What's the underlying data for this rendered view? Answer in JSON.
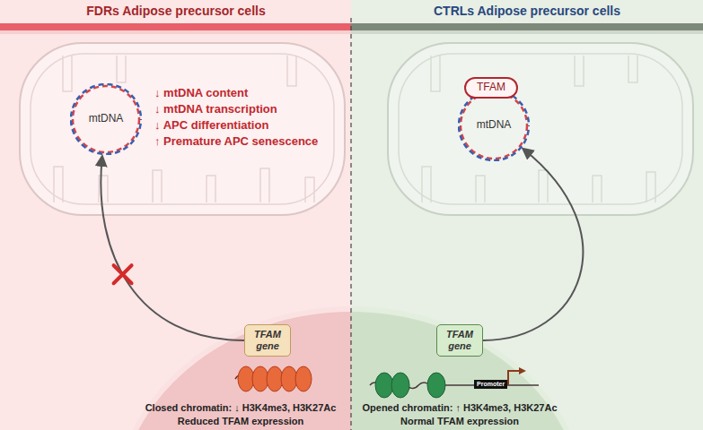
{
  "diagram": {
    "nodes": [
      {
        "text": [
          "mtDNA"
        ]
      },
      {
        "text": [
          "TFAM"
        ]
      },
      {
        "text": [
          "mtDNA"
        ]
      },
      {
        "text": [
          "TFAM gene"
        ]
      },
      {
        "text": [
          "TFAM gene"
        ]
      }
    ],
    "edges": [
      {
        "from": 3,
        "to": 0,
        "arrow": "to"
      },
      {
        "from": 4,
        "to": 2,
        "arrow": "to"
      }
    ],
    "labels": [
      "FDRs Adipose precursor cells",
      "CTRLs Adipose precursor cells",
      "↓ mtDNA content",
      "↓ mtDNA transcription",
      "↓ APC differentiation",
      "↑ Premature APC senescence",
      "Promoter",
      "Closed chromatin: ↓ H3K4me3, H3K27Ac",
      "Reduced TFAM expression",
      "Opened chromatin: ↑ H3K4me3, H3K27Ac",
      "Normal TFAM expression"
    ]
  }
}
